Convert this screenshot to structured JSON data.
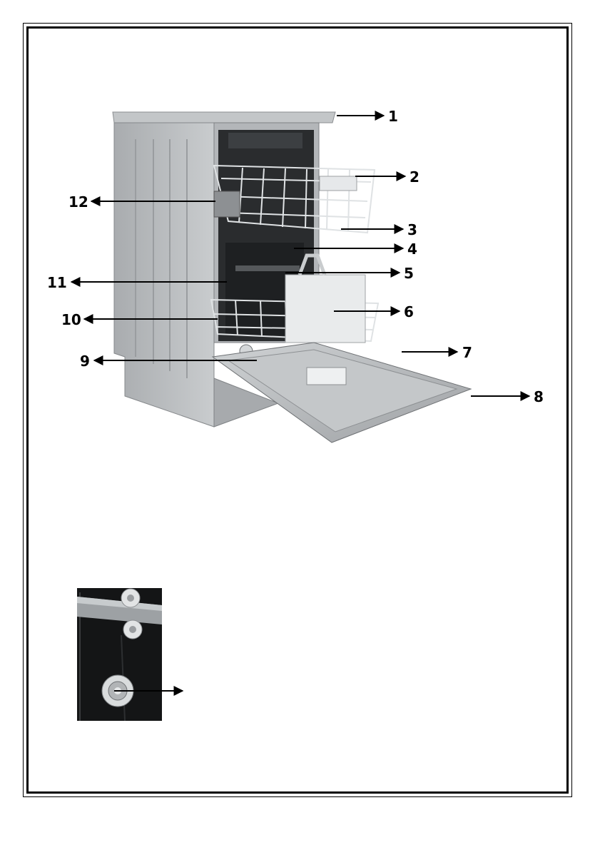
{
  "callouts": [
    {
      "number": "1"
    },
    {
      "number": "2"
    },
    {
      "number": "3"
    },
    {
      "number": "4"
    },
    {
      "number": "5"
    },
    {
      "number": "6"
    },
    {
      "number": "7"
    },
    {
      "number": "8"
    },
    {
      "number": "9"
    },
    {
      "number": "10"
    },
    {
      "number": "11"
    },
    {
      "number": "12"
    }
  ],
  "colors": {
    "cabinet": "#b9bcbf",
    "cabinet_dark": "#8e9194",
    "interior": "#2a2c2e",
    "rack": "#dcdfe2",
    "text": "#000000"
  },
  "icons": [
    "arrow-right-icon",
    "arrow-left-icon"
  ]
}
